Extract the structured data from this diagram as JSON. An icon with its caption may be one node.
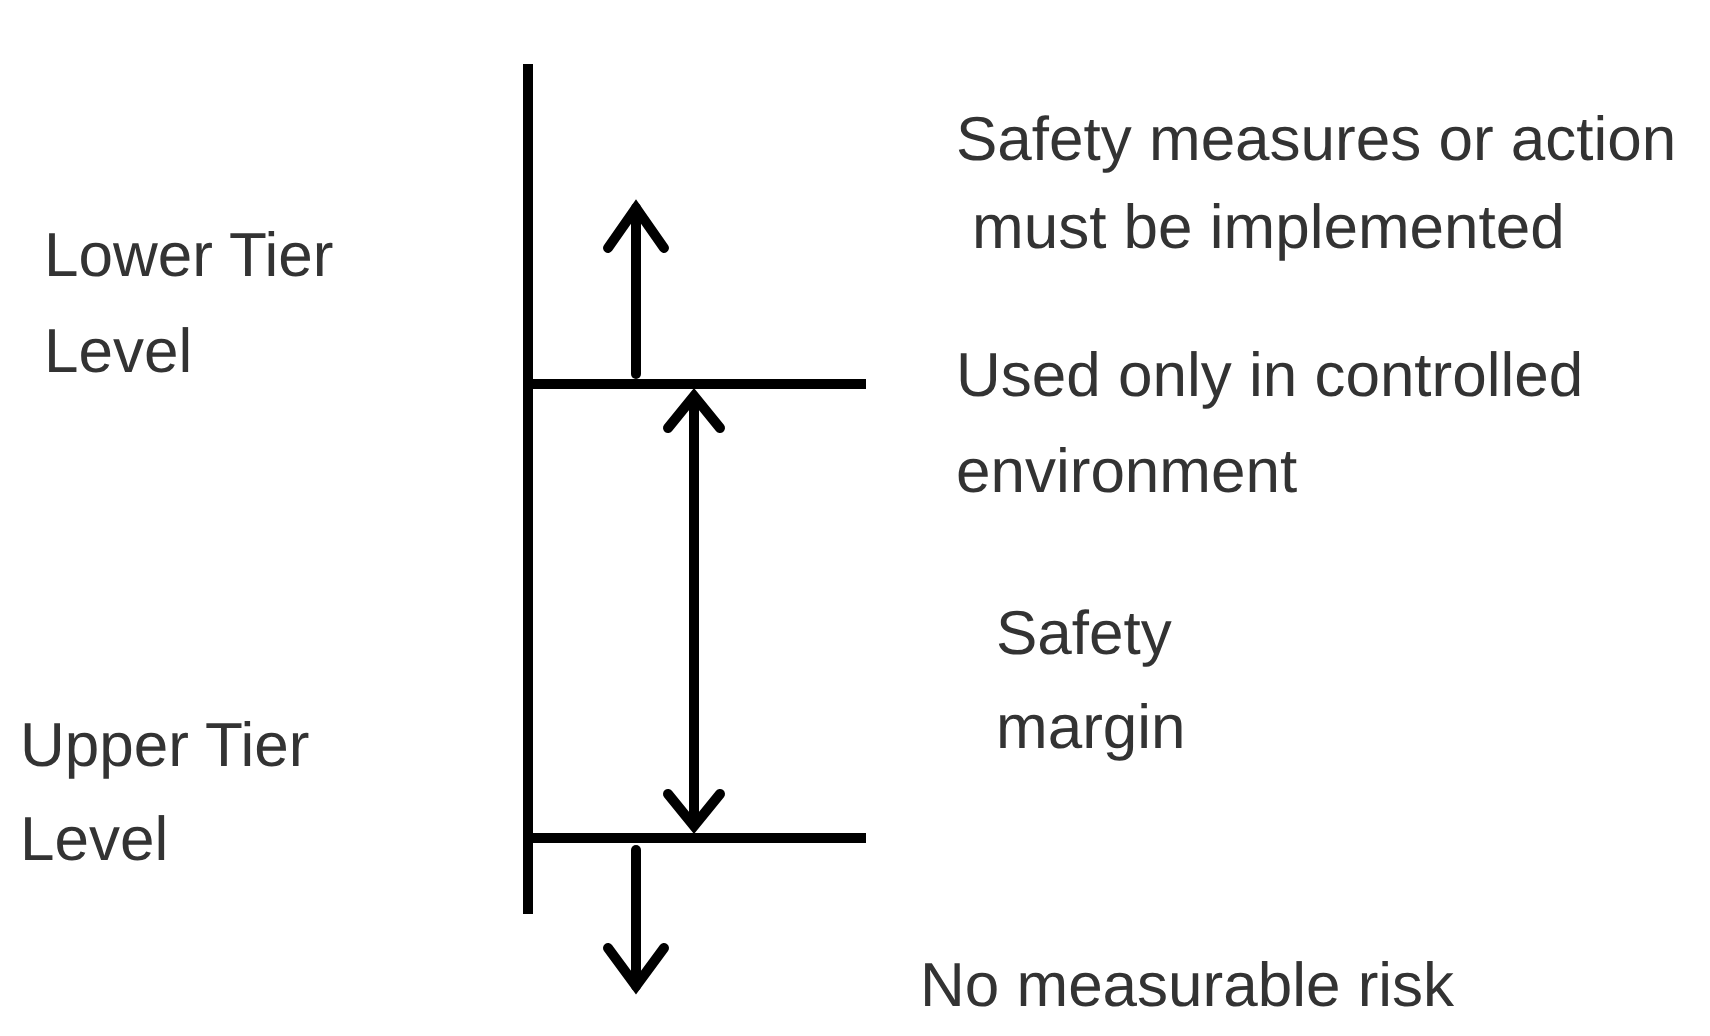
{
  "diagram": {
    "labels": [
      "Safety measures or action must be implemented",
      "Lower Tier Level",
      "Used only in controlled environment",
      "Safety margin",
      "Upper Tier Level",
      "No measurable risk"
    ]
  }
}
